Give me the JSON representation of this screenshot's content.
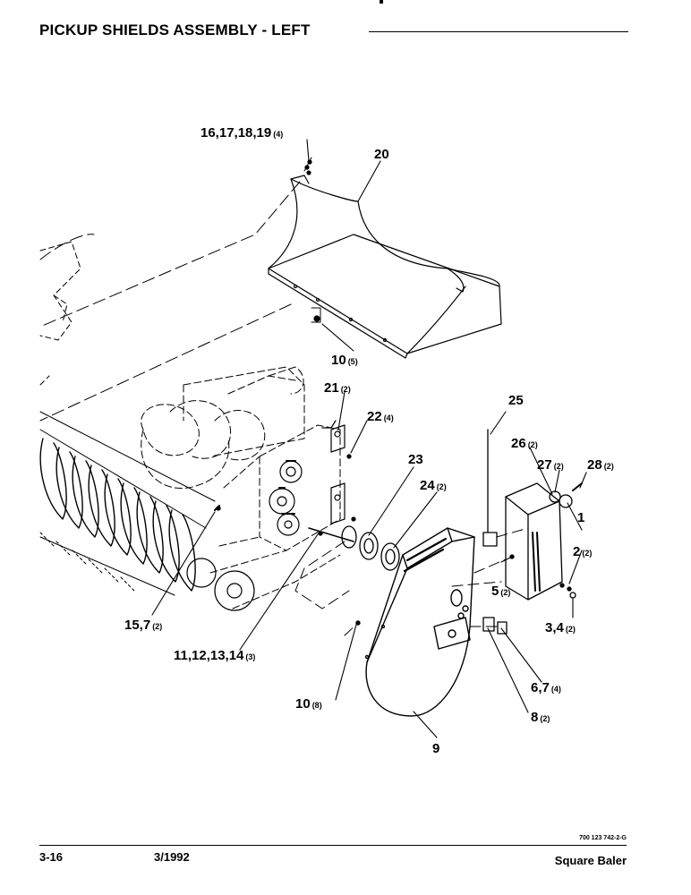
{
  "header": {
    "title": "PICKUP SHIELDS ASSEMBLY - LEFT"
  },
  "callouts": [
    {
      "id": "c-16-17-18-19",
      "text": "16,17,18,19",
      "qty": "(4)"
    },
    {
      "id": "c-20",
      "text": "20",
      "qty": ""
    },
    {
      "id": "c-10-top",
      "text": "10",
      "qty": "(5)"
    },
    {
      "id": "c-21",
      "text": "21",
      "qty": "(2)"
    },
    {
      "id": "c-22",
      "text": "22",
      "qty": "(4)"
    },
    {
      "id": "c-25",
      "text": "25",
      "qty": ""
    },
    {
      "id": "c-26",
      "text": "26",
      "qty": "(2)"
    },
    {
      "id": "c-23",
      "text": "23",
      "qty": ""
    },
    {
      "id": "c-27",
      "text": "27",
      "qty": "(2)"
    },
    {
      "id": "c-28",
      "text": "28",
      "qty": "(2)"
    },
    {
      "id": "c-24",
      "text": "24",
      "qty": "(2)"
    },
    {
      "id": "c-1",
      "text": "1",
      "qty": ""
    },
    {
      "id": "c-2",
      "text": "2",
      "qty": "(2)"
    },
    {
      "id": "c-5",
      "text": "5",
      "qty": "(2)"
    },
    {
      "id": "c-15-7",
      "text": "15,7",
      "qty": "(2)"
    },
    {
      "id": "c-3-4",
      "text": "3,4",
      "qty": "(2)"
    },
    {
      "id": "c-11-12-13-14",
      "text": "11,12,13,14",
      "qty": "(3)"
    },
    {
      "id": "c-6-7",
      "text": "6,7",
      "qty": "(4)"
    },
    {
      "id": "c-10-bottom",
      "text": "10",
      "qty": "(8)"
    },
    {
      "id": "c-8",
      "text": "8",
      "qty": "(2)"
    },
    {
      "id": "c-9",
      "text": "9",
      "qty": ""
    }
  ],
  "footer": {
    "page": "3-16",
    "date": "3/1992",
    "drawing_code": "700 123 742-2-G",
    "product": "Square Baler"
  }
}
